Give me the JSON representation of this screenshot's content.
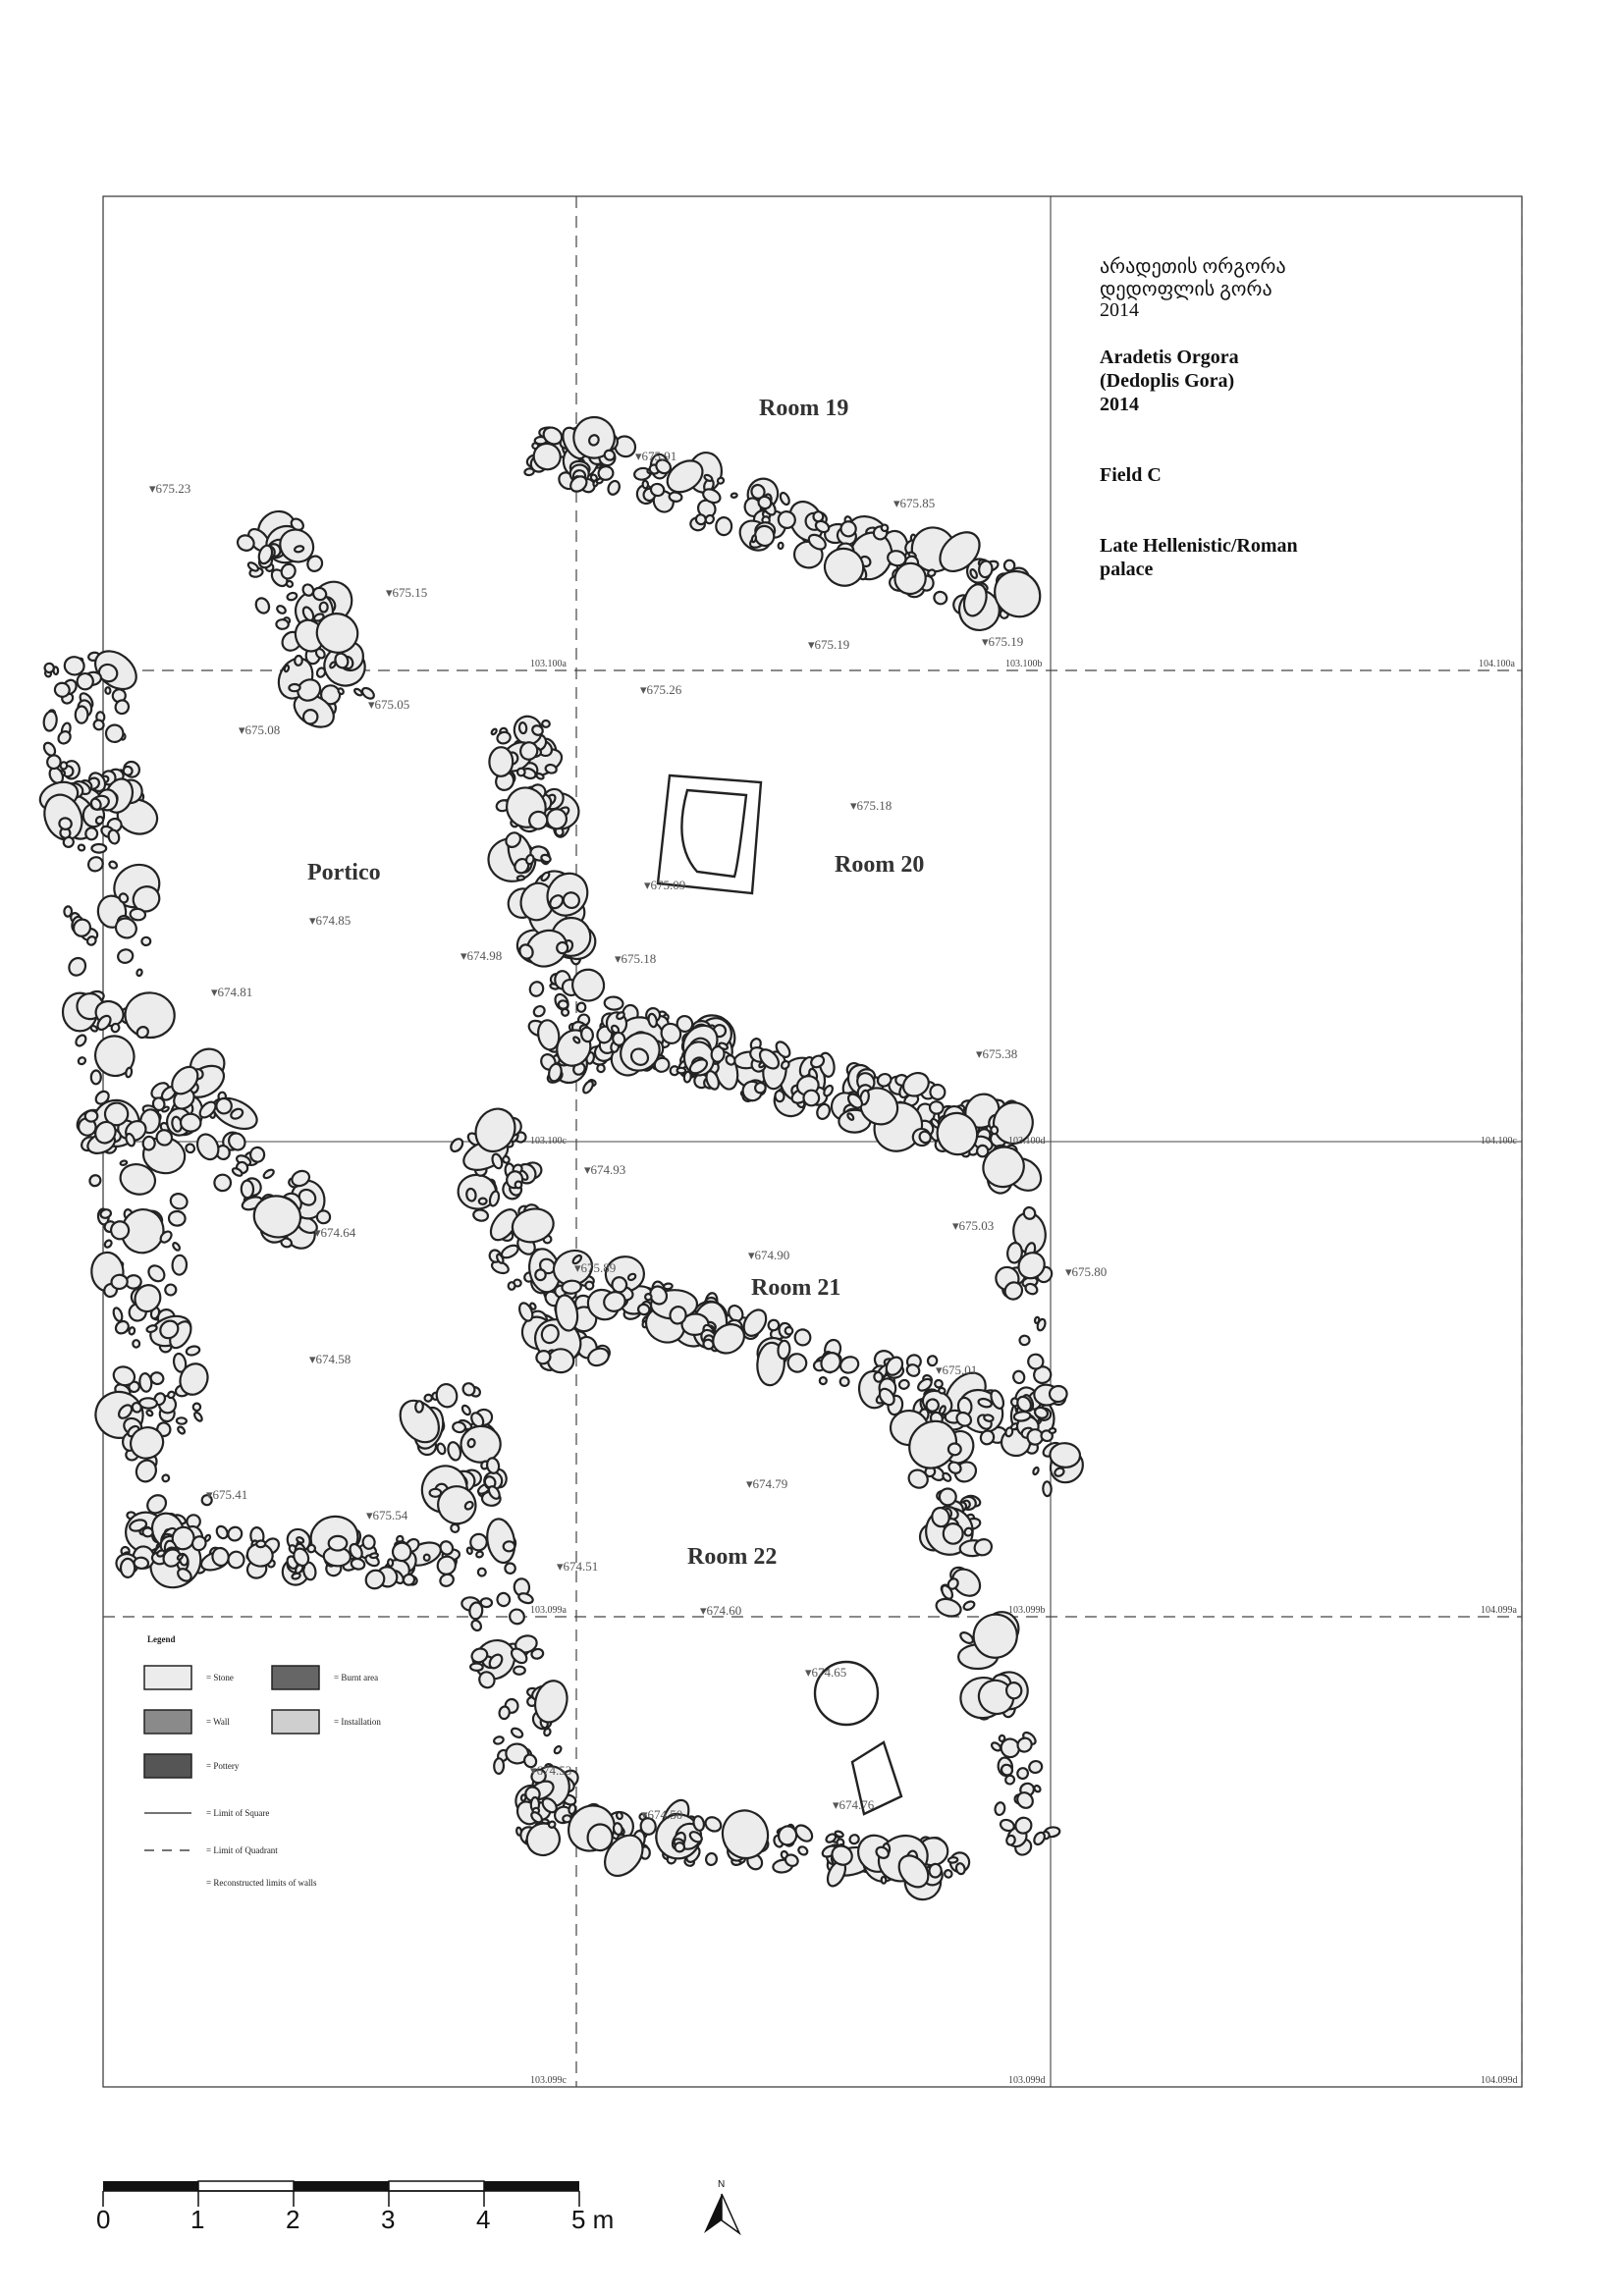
{
  "title_block": {
    "georgian_line1": "არადეთის ორგორა",
    "georgian_line2": "დედოფლის გორა",
    "georgian_year": "2014",
    "site_line1": "Aradetis Orgora",
    "site_line2": "(Dedoplis Gora)",
    "site_year": "2014",
    "field": "Field C",
    "period_line1": "Late Hellenistic/Roman",
    "period_line2": "palace"
  },
  "rooms": {
    "room19": "Room 19",
    "room20": "Room 20",
    "room21": "Room 21",
    "room22": "Room 22",
    "portico": "Portico"
  },
  "elevations": [
    "675.23",
    "675.91",
    "675.85",
    "675.15",
    "675.19",
    "675.19",
    "675.26",
    "675.05",
    "675.08",
    "675.18",
    "675.09",
    "674.85",
    "674.98",
    "675.18",
    "674.81",
    "675.38",
    "674.93",
    "675.03",
    "674.64",
    "674.90",
    "675.89",
    "675.80",
    "674.58",
    "675.01",
    "674.79",
    "675.41",
    "675.54",
    "674.51",
    "674.60",
    "674.65",
    "674.53",
    "674.76",
    "674.50"
  ],
  "grid_coords": [
    "103.100a",
    "103.100b",
    "104.100a",
    "103.100c",
    "103.100d",
    "104.100c",
    "103.099a",
    "103.099b",
    "104.099a",
    "103.099c",
    "103.099d",
    "104.099d"
  ],
  "legend": {
    "title": "Legend",
    "stone": "= Stone",
    "wall": "= Wall",
    "pottery": "= Pottery",
    "burnt": "= Burnt area",
    "installation": "= Installation",
    "limit_square": "= Limit of Square",
    "limit_quadrant": "= Limit of Quadrant",
    "reconstructed": "= Reconstructed limits of walls"
  },
  "scale_bar": {
    "labels": [
      "0",
      "1",
      "2",
      "3",
      "4",
      "5 m"
    ]
  },
  "north_label": "N",
  "colors": {
    "stone": "#ececec",
    "wall": "#8a8a8a",
    "pottery": "#555555",
    "burnt": "#666666",
    "installation": "#cfcfcf"
  }
}
